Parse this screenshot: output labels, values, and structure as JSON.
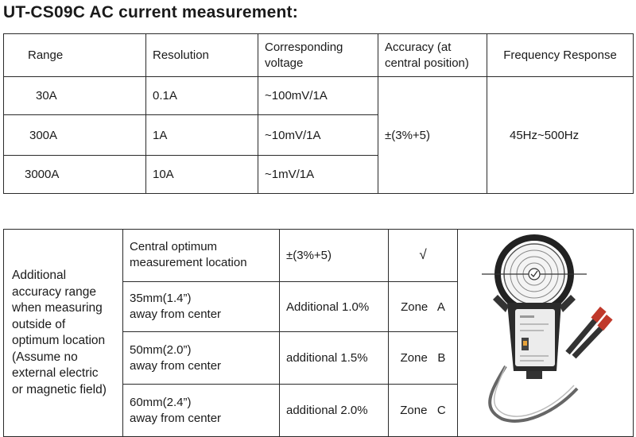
{
  "title": "UT-CS09C AC current measurement:",
  "table1": {
    "headers": [
      "Range",
      "Resolution",
      "Corresponding voltage",
      "Accuracy (at central position)",
      "Frequency Response"
    ],
    "header_lines": {
      "voltage": [
        "Corresponding",
        "voltage"
      ],
      "accuracy": [
        "Accuracy (at",
        "central position)"
      ]
    },
    "rows": [
      {
        "range": "30A",
        "resolution": "0.1A",
        "voltage": "~100mV/1A"
      },
      {
        "range": "300A",
        "resolution": "1A",
        "voltage": "~10mV/1A"
      },
      {
        "range": "3000A",
        "resolution": "10A",
        "voltage": "~1mV/1A"
      }
    ],
    "accuracy": "±(3%+5)",
    "frequency": "45Hz~500Hz"
  },
  "table2": {
    "side_label_lines": [
      "Additional",
      "accuracy range",
      "when measuring",
      "outside of",
      "optimum location",
      "(Assume no",
      "external electric",
      "or magnetic field)"
    ],
    "rows": [
      {
        "location_lines": [
          "Central optimum",
          "measurement location"
        ],
        "accuracy": "±(3%+5)",
        "zone": "√"
      },
      {
        "location_lines": [
          "35mm(1.4”)",
          "away from center"
        ],
        "accuracy": "Additional 1.0%",
        "zone": "Zone   A"
      },
      {
        "location_lines": [
          "50mm(2.0”)",
          "away from center"
        ],
        "accuracy": "additional 1.5%",
        "zone": "Zone   B"
      },
      {
        "location_lines": [
          "60mm(2.4”)",
          "away from center"
        ],
        "accuracy": "additional 2.0%",
        "zone": "Zone   C"
      }
    ]
  },
  "device_illustration": "current-clamp-meter-illustration"
}
